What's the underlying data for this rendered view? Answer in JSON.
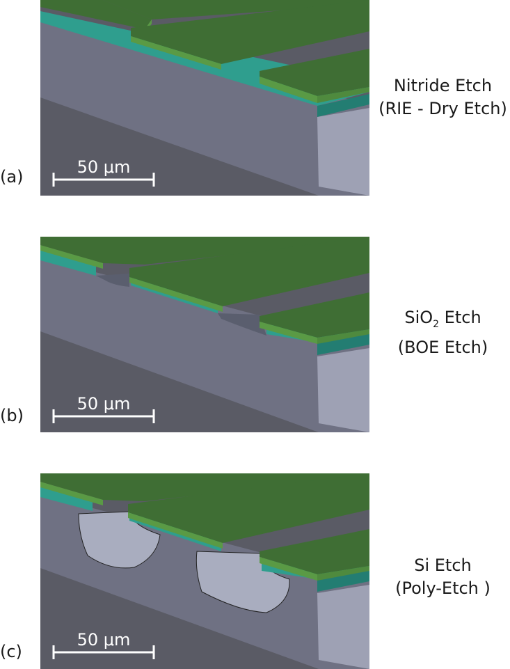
{
  "panels": [
    {
      "letter": "(a)",
      "scale_label": "50 μm",
      "caption_line1": "Nitride Etch",
      "caption_line2": "(RIE - Dry Etch)"
    },
    {
      "letter": "(b)",
      "scale_label": "50 μm",
      "caption_line1_prefix": "SiO",
      "caption_line1_sub": "2",
      "caption_line1_suffix": " Etch",
      "caption_line2": "(BOE Etch)"
    },
    {
      "letter": "(c)",
      "scale_label": "50 μm",
      "caption_line1": "Si Etch",
      "caption_line2": "(Poly-Etch )"
    }
  ],
  "colors": {
    "nitride_top": "#3f6e34",
    "nitride_edge": "#5a9a45",
    "oxide": "#2f9e8e",
    "oxide_dark": "#237d72",
    "silicon_top": "#6f7183",
    "silicon_side": "#9ea1b4",
    "silicon_floor": "#5a5b65",
    "cavity": "#a9adbf",
    "scale_bar": "#ffffff"
  }
}
